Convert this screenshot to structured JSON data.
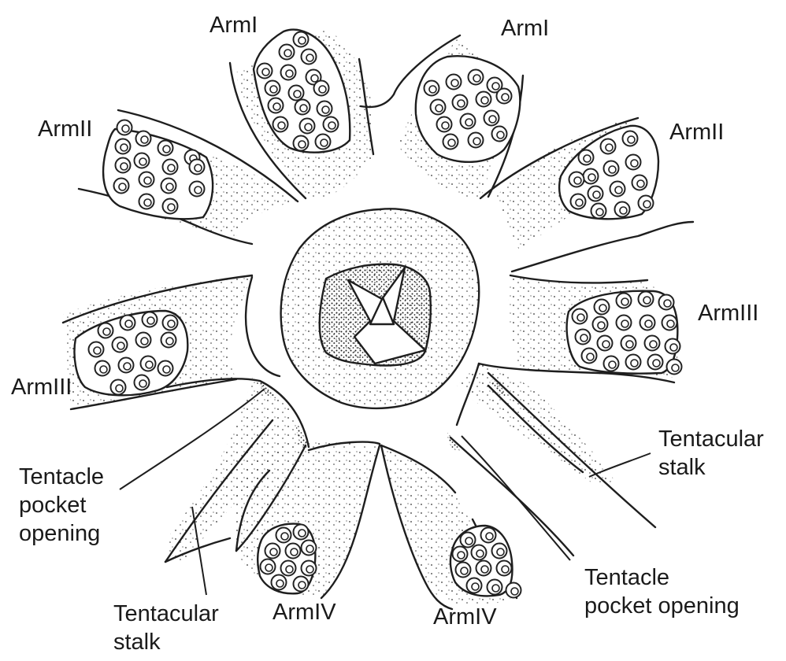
{
  "labels": {
    "arm_i_left": "ArmI",
    "arm_i_right": "ArmI",
    "arm_ii_left": "ArmII",
    "arm_ii_right": "ArmII",
    "arm_iii_left": "ArmIII",
    "arm_iii_right": "ArmIII",
    "arm_iv_left": "ArmIV",
    "arm_iv_right": "ArmIV",
    "tentacle_pocket_opening_left": "Tentacle\npocket\nopening",
    "tentacle_pocket_opening_right": "Tentacle\npocket opening",
    "tentacular_stalk_left": "Tentacular\nstalk",
    "tentacular_stalk_right": "Tentacular\nstalk"
  }
}
